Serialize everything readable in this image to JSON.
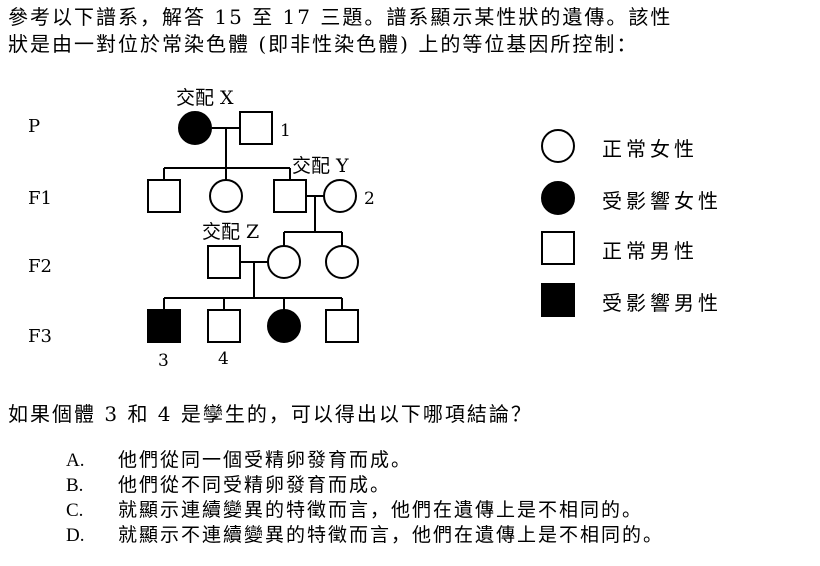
{
  "intro": {
    "line1": "參考以下譜系，解答 15 至 17 三題。譜系顯示某性狀的遺傳。該性",
    "line2": "狀是由一對位於常染色體 (即非性染色體) 上的等位基因所控制："
  },
  "pedigree": {
    "generations": [
      "P",
      "F1",
      "F2",
      "F3"
    ],
    "mating_label_x": "交配 X",
    "mating_label_y": "交配 Y",
    "mating_label_z": "交配 Z",
    "numbers": {
      "n1": "1",
      "n2": "2",
      "n3": "3",
      "n4": "4"
    }
  },
  "legend": [
    {
      "symbol": "circle-open",
      "label": "正常女性"
    },
    {
      "symbol": "circle-filled",
      "label": "受影響女性"
    },
    {
      "symbol": "square-open",
      "label": "正常男性"
    },
    {
      "symbol": "square-filled",
      "label": "受影響男性"
    }
  ],
  "question": "如果個體 3 和 4 是孿生的，可以得出以下哪項結論？",
  "options": [
    {
      "letter": "A.",
      "text": "他們從同一個受精卵發育而成。"
    },
    {
      "letter": "B.",
      "text": "他們從不同受精卵發育而成。"
    },
    {
      "letter": "C.",
      "text": "就顯示連續變異的特徵而言，他們在遺傳上是不相同的。"
    },
    {
      "letter": "D.",
      "text": "就顯示不連續變異的特徵而言，他們在遺傳上是不相同的。"
    }
  ]
}
